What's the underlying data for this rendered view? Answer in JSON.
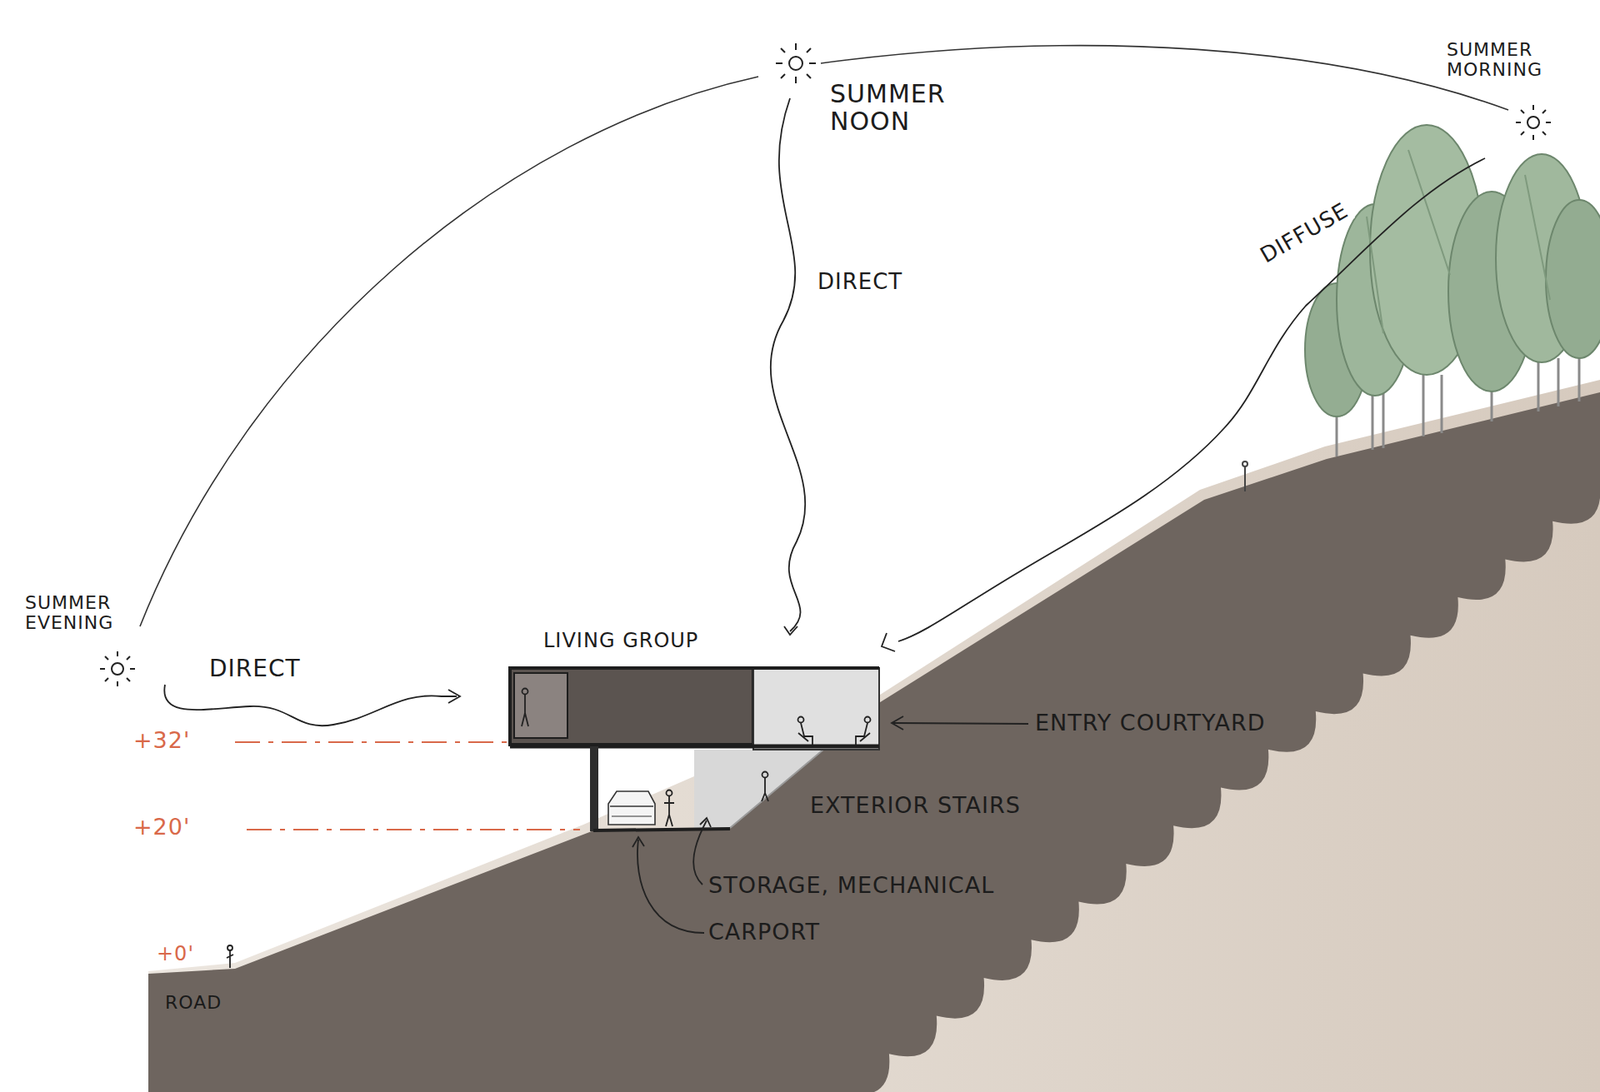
{
  "diagram": {
    "labels": [
      "SUMMER EVENING",
      "DIRECT",
      "SUMMER NOON",
      "DIRECT",
      "SUMMER MORNING",
      "DIFFUSE",
      "LIVING GROUP",
      "ENTRY COURTYARD",
      "EXTERIOR STAIRS",
      "STORAGE, MECHANICAL",
      "CARPORT",
      "+32'",
      "+20'",
      "+0'",
      "ROAD"
    ]
  }
}
